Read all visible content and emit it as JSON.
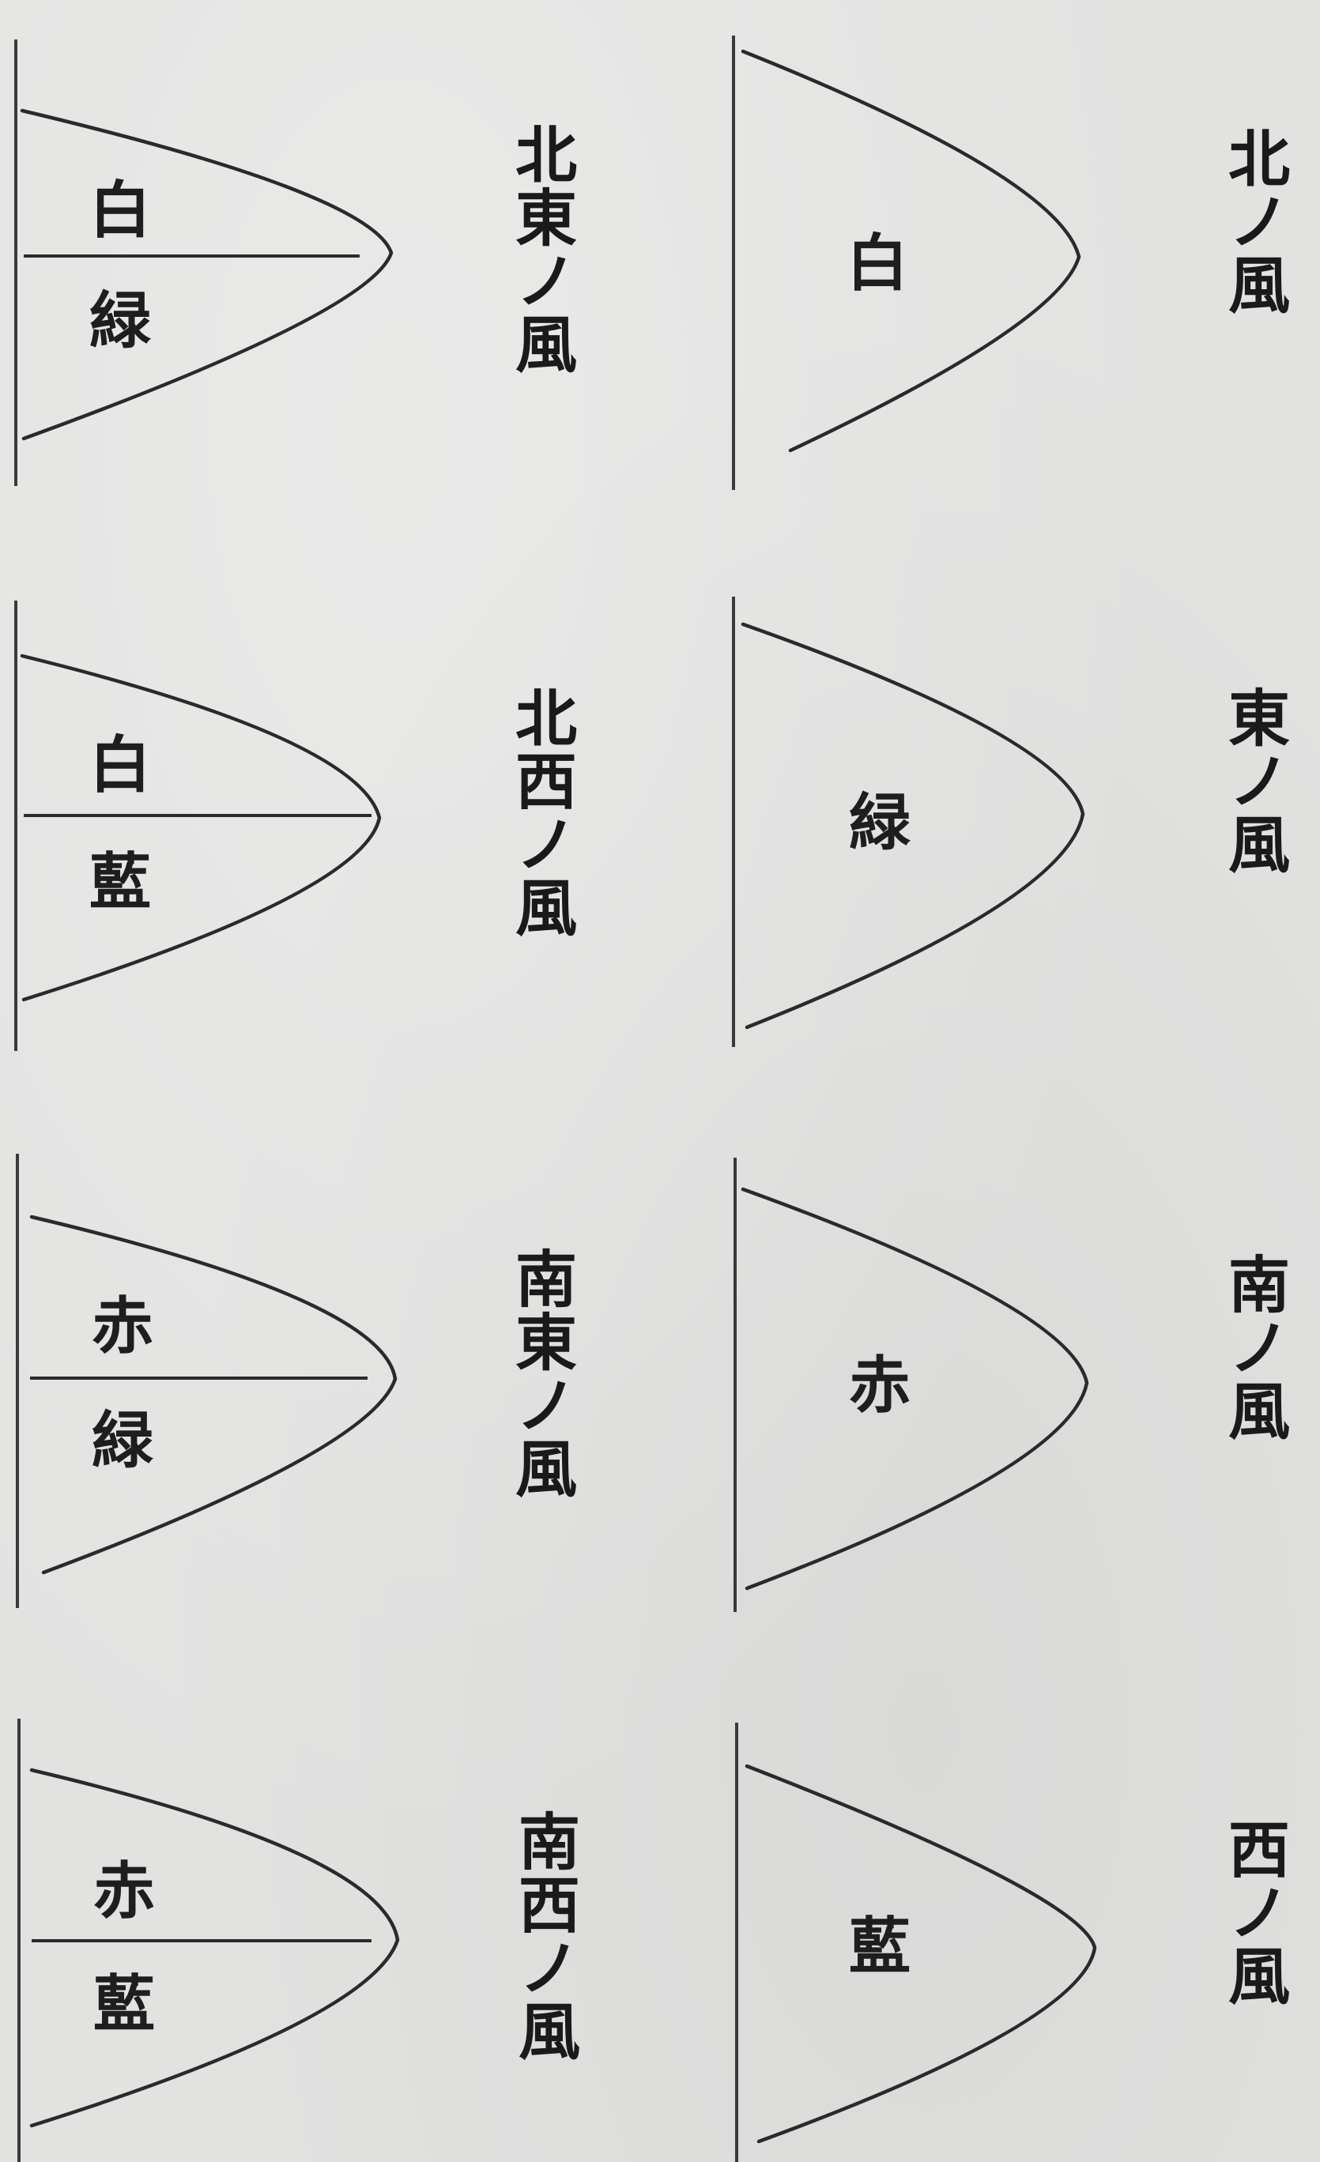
{
  "panels": [
    {
      "id": "north",
      "caption": "北ノ風",
      "colors": [
        "白"
      ]
    },
    {
      "id": "east",
      "caption": "東ノ風",
      "colors": [
        "緑"
      ]
    },
    {
      "id": "south",
      "caption": "南ノ風",
      "colors": [
        "赤"
      ]
    },
    {
      "id": "west",
      "caption": "西ノ風",
      "colors": [
        "藍"
      ]
    },
    {
      "id": "northeast",
      "caption": "北東ノ風",
      "colors": [
        "白",
        "緑"
      ]
    },
    {
      "id": "northwest",
      "caption": "北西ノ風",
      "colors": [
        "白",
        "藍"
      ]
    },
    {
      "id": "southeast",
      "caption": "南東ノ風",
      "colors": [
        "赤",
        "緑"
      ]
    },
    {
      "id": "southwest",
      "caption": "南西ノ風",
      "colors": [
        "赤",
        "藍"
      ]
    }
  ]
}
